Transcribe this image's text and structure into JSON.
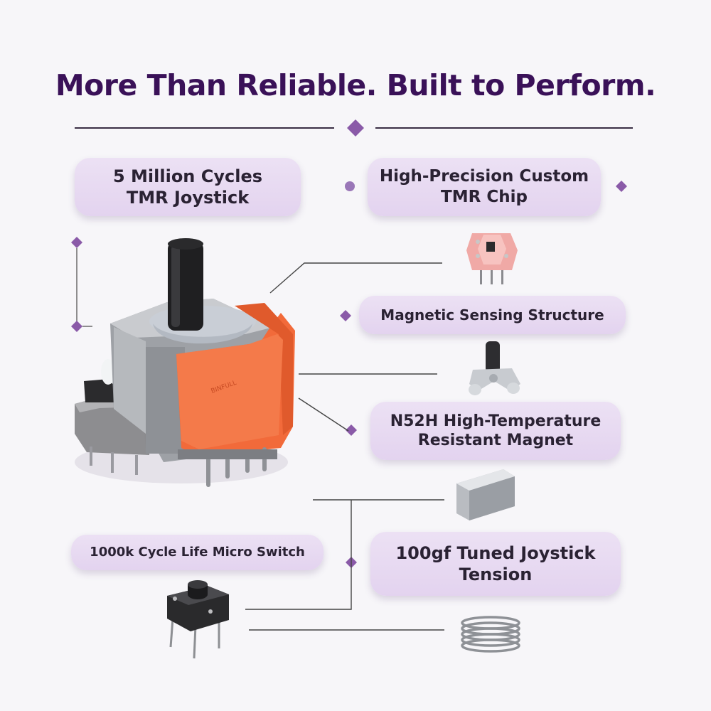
{
  "title": "More Than Reliable. Built to Perform.",
  "brand_mark": "BINFULL",
  "features": {
    "joystick": {
      "line1": "5 Million Cycles",
      "line2": "TMR Joystick"
    },
    "chip": {
      "line1": "High-Precision Custom",
      "line2": "TMR Chip"
    },
    "sensing": {
      "label": "Magnetic Sensing Structure"
    },
    "magnet": {
      "line1": "N52H High-Temperature",
      "line2": "Resistant Magnet"
    },
    "switch": {
      "label": "1000k Cycle Life Micro Switch"
    },
    "tension": {
      "line1": "100gf Tuned Joystick",
      "line2": "Tension"
    }
  },
  "colors": {
    "title": "#3a1158",
    "accent": "#8a5aa8",
    "pill": "#e6d8f0",
    "cap_orange": "#f26a3a"
  }
}
